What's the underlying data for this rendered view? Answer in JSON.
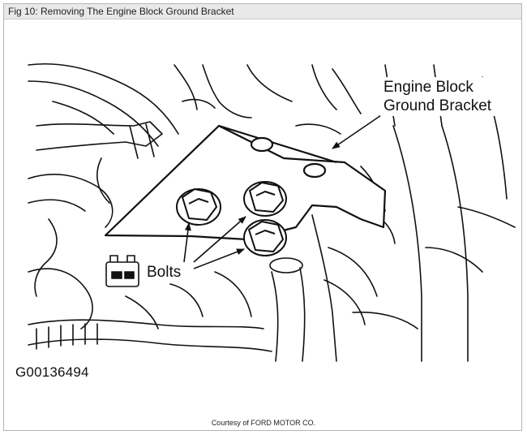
{
  "window": {
    "title": "Fig 10: Removing The Engine Block Ground Bracket"
  },
  "diagram": {
    "callout_line1": "Engine Block",
    "callout_line2": "Ground Bracket",
    "bolts_label": "Bolts",
    "figure_id": "G00136494",
    "courtesy": "Courtesy of FORD MOTOR CO."
  }
}
